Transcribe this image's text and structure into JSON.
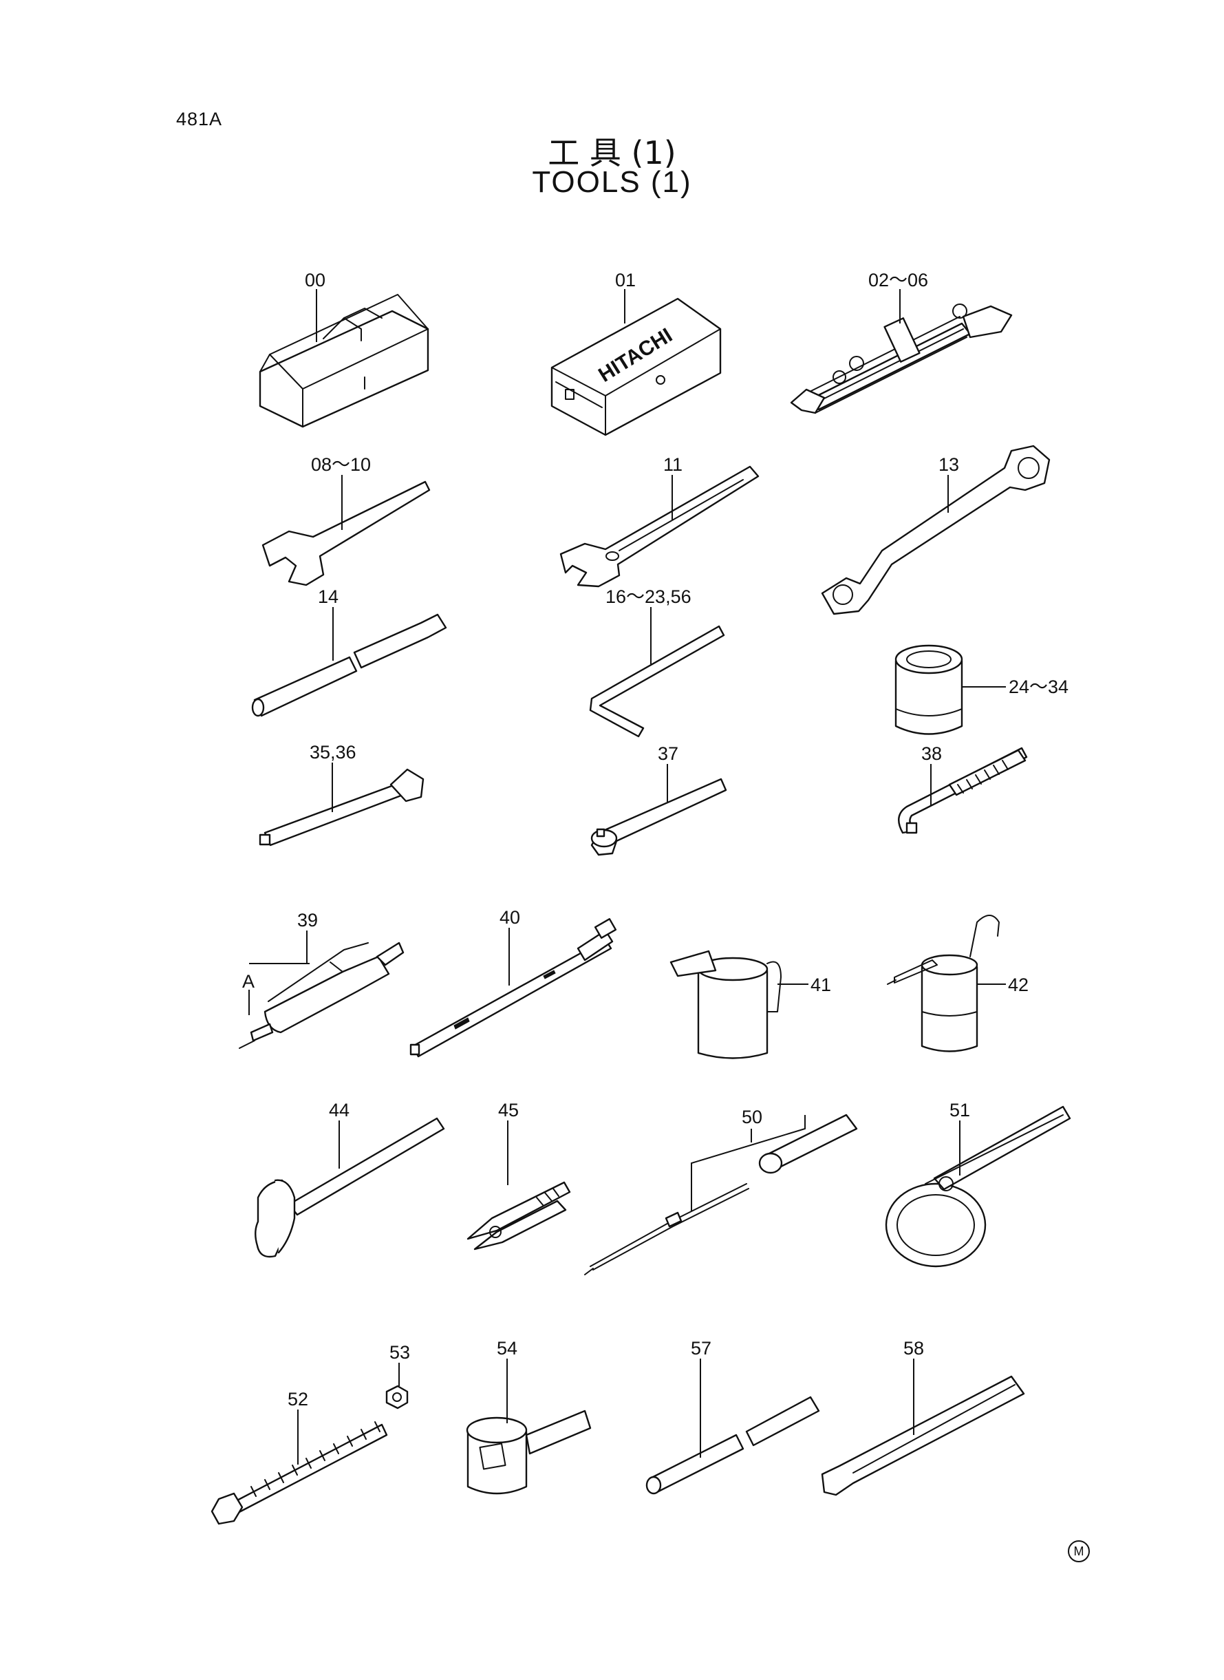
{
  "page_code": "481A",
  "title_jp": "工  具 (1)",
  "title_en": "TOOLS (1)",
  "corner_mark": "M",
  "callouts": {
    "c00": "00",
    "c01": "01",
    "c02": "02～06",
    "c08": "08～10",
    "c11": "11",
    "c13": "13",
    "c14": "14",
    "c16": "16～23,56",
    "c24": "24～34",
    "c35": "35,36",
    "c37": "37",
    "c38": "38",
    "c39": "39",
    "c39a": "A",
    "c40": "40",
    "c41": "41",
    "c42": "42",
    "c44": "44",
    "c45": "45",
    "c50": "50",
    "c51": "51",
    "c52": "52",
    "c53": "53",
    "c54": "54",
    "c57": "57",
    "c58": "58"
  },
  "box_logo": "HITACHI"
}
